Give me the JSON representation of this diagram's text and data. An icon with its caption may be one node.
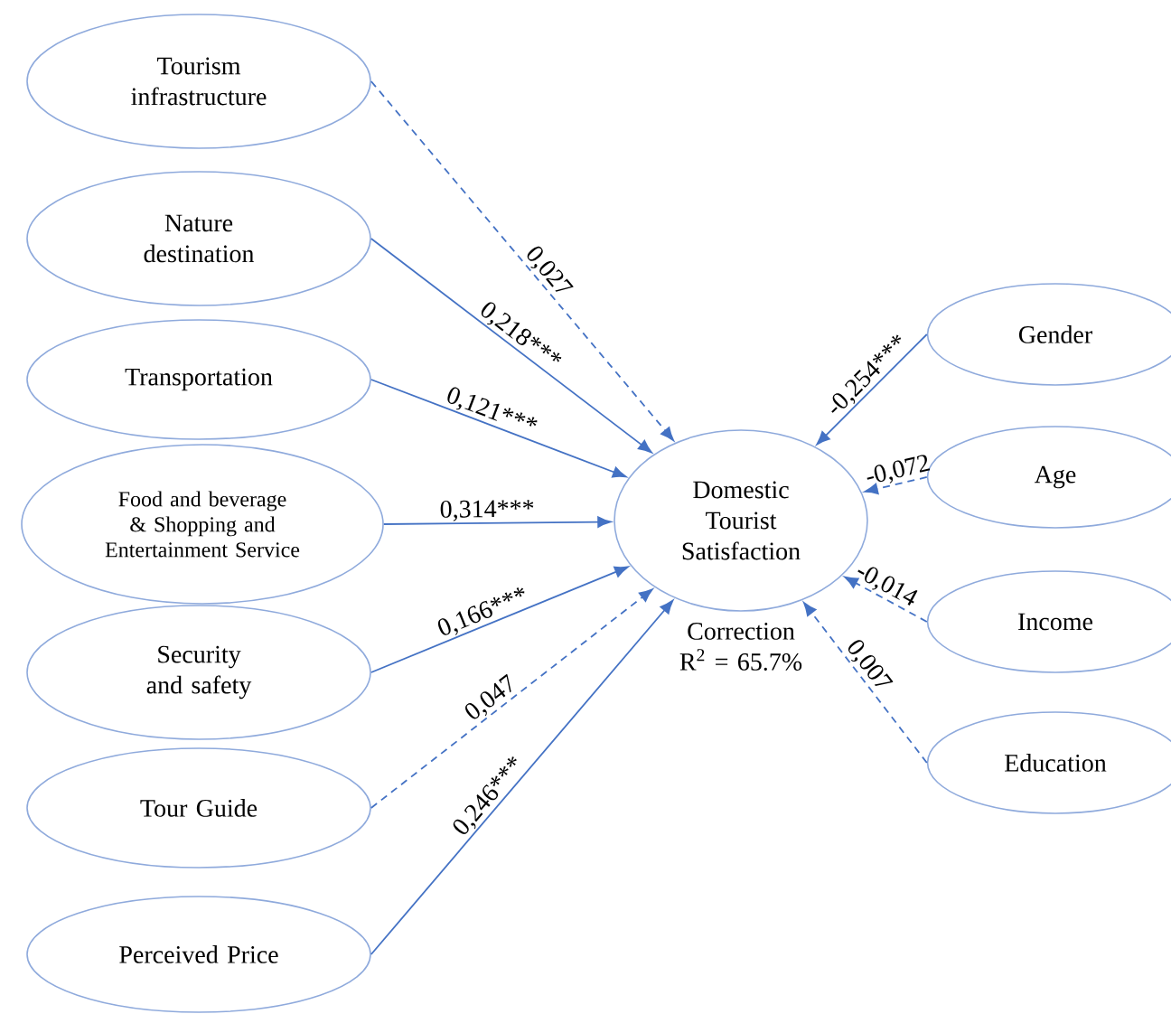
{
  "diagram": {
    "nodes": [
      {
        "text": [
          "Tourism infrastructure"
        ]
      },
      {
        "text": [
          "Nature destination"
        ]
      },
      {
        "text": [
          "Transportation"
        ]
      },
      {
        "text": [
          "Food and beverage & Shopping and Entertainment Service"
        ]
      },
      {
        "text": [
          "Security and safety"
        ]
      },
      {
        "text": [
          "Tour Guide"
        ]
      },
      {
        "text": [
          "Perceived Price"
        ]
      },
      {
        "text": [
          "Domestic Tourist Satisfaction"
        ],
        "beside": [
          "Correction R$^{2}$ = 65.7%"
        ]
      },
      {
        "text": [
          "Gender"
        ]
      },
      {
        "text": [
          "Age"
        ]
      },
      {
        "text": [
          "Income"
        ]
      },
      {
        "text": [
          "Education"
        ]
      }
    ],
    "edges": [
      {
        "from": 0,
        "to": 7,
        "arrow": "to",
        "label": "0,027",
        "style": "dashed"
      },
      {
        "from": 1,
        "to": 7,
        "arrow": "to",
        "label": "0,218***"
      },
      {
        "from": 2,
        "to": 7,
        "arrow": "to",
        "label": "0,121***"
      },
      {
        "from": 3,
        "to": 7,
        "arrow": "to",
        "label": "0,314***"
      },
      {
        "from": 4,
        "to": 7,
        "arrow": "to",
        "label": "0,166***"
      },
      {
        "from": 5,
        "to": 7,
        "arrow": "to",
        "label": "0,047",
        "style": "dashed"
      },
      {
        "from": 6,
        "to": 7,
        "arrow": "to",
        "label": "0,246***"
      },
      {
        "from": 8,
        "to": 7,
        "arrow": "to",
        "label": "-0,254***"
      },
      {
        "from": 9,
        "to": 7,
        "arrow": "to",
        "label": "-0,072",
        "style": "dashed"
      },
      {
        "from": 10,
        "to": 7,
        "arrow": "to",
        "label": "-0,014",
        "style": "dashed"
      },
      {
        "from": 11,
        "to": 7,
        "arrow": "to",
        "label": "0,007",
        "style": "dashed"
      }
    ]
  }
}
